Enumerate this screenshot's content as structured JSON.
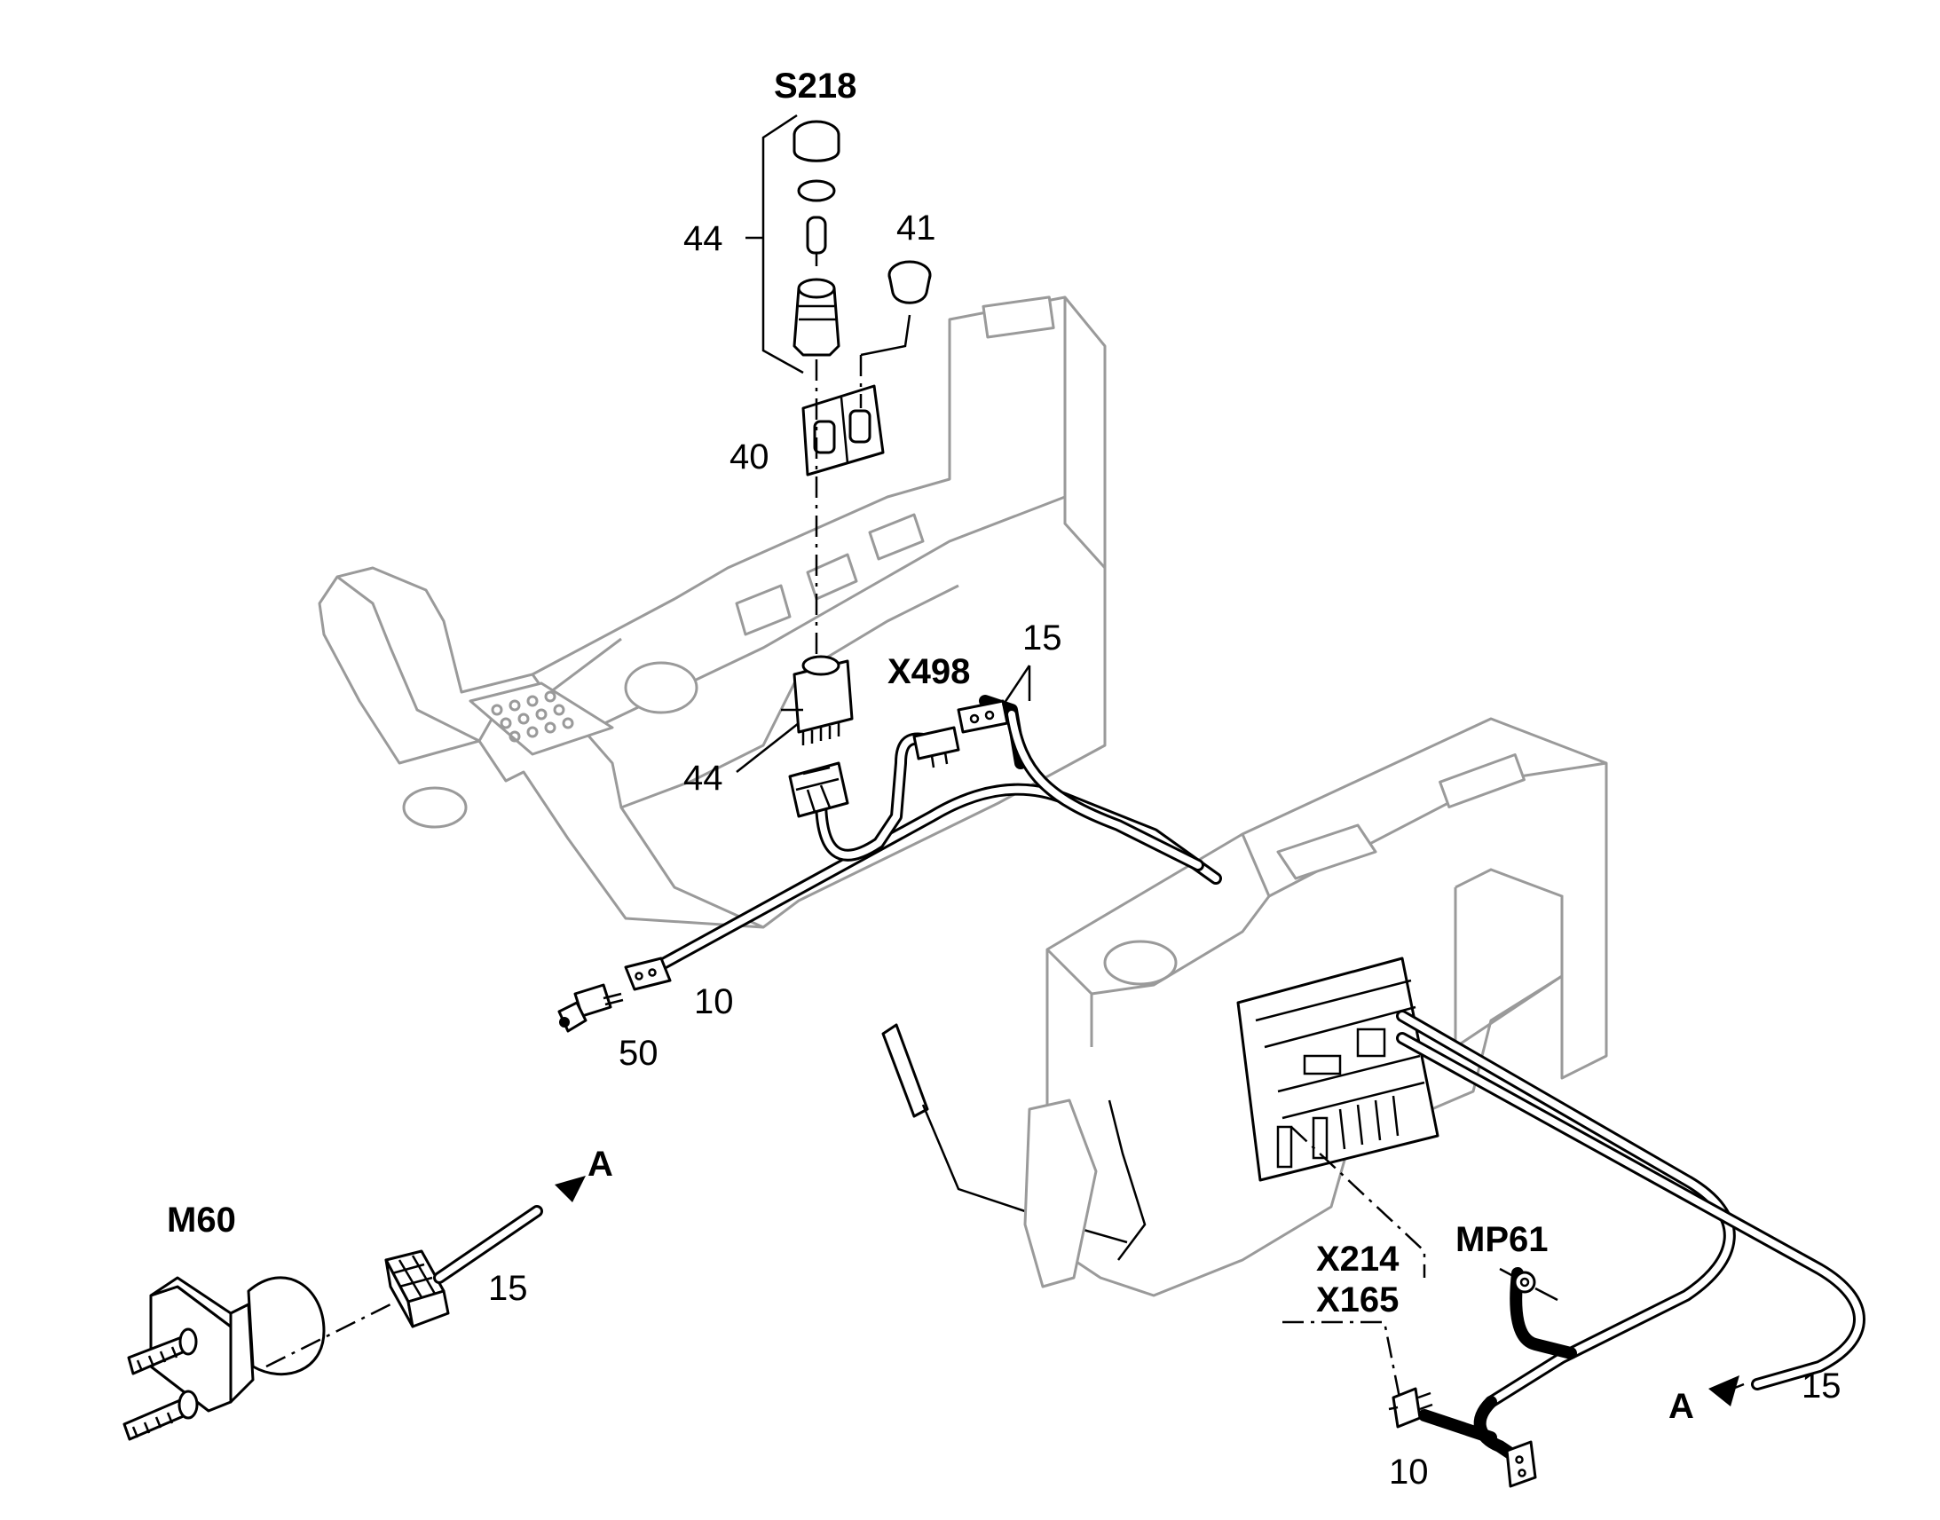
{
  "diagram": {
    "labels": {
      "s218": "S218",
      "p44_top": "44",
      "p41": "41",
      "p40": "40",
      "x498": "X498",
      "p15_top": "15",
      "p44_mid": "44",
      "p10_left": "10",
      "p50": "50",
      "a_left": "A",
      "m60": "M60",
      "p15_left": "15",
      "mp61": "MP61",
      "x214": "X214",
      "x165": "X165",
      "p15_right": "15",
      "a_right": "A",
      "p10_bottom": "10"
    }
  }
}
